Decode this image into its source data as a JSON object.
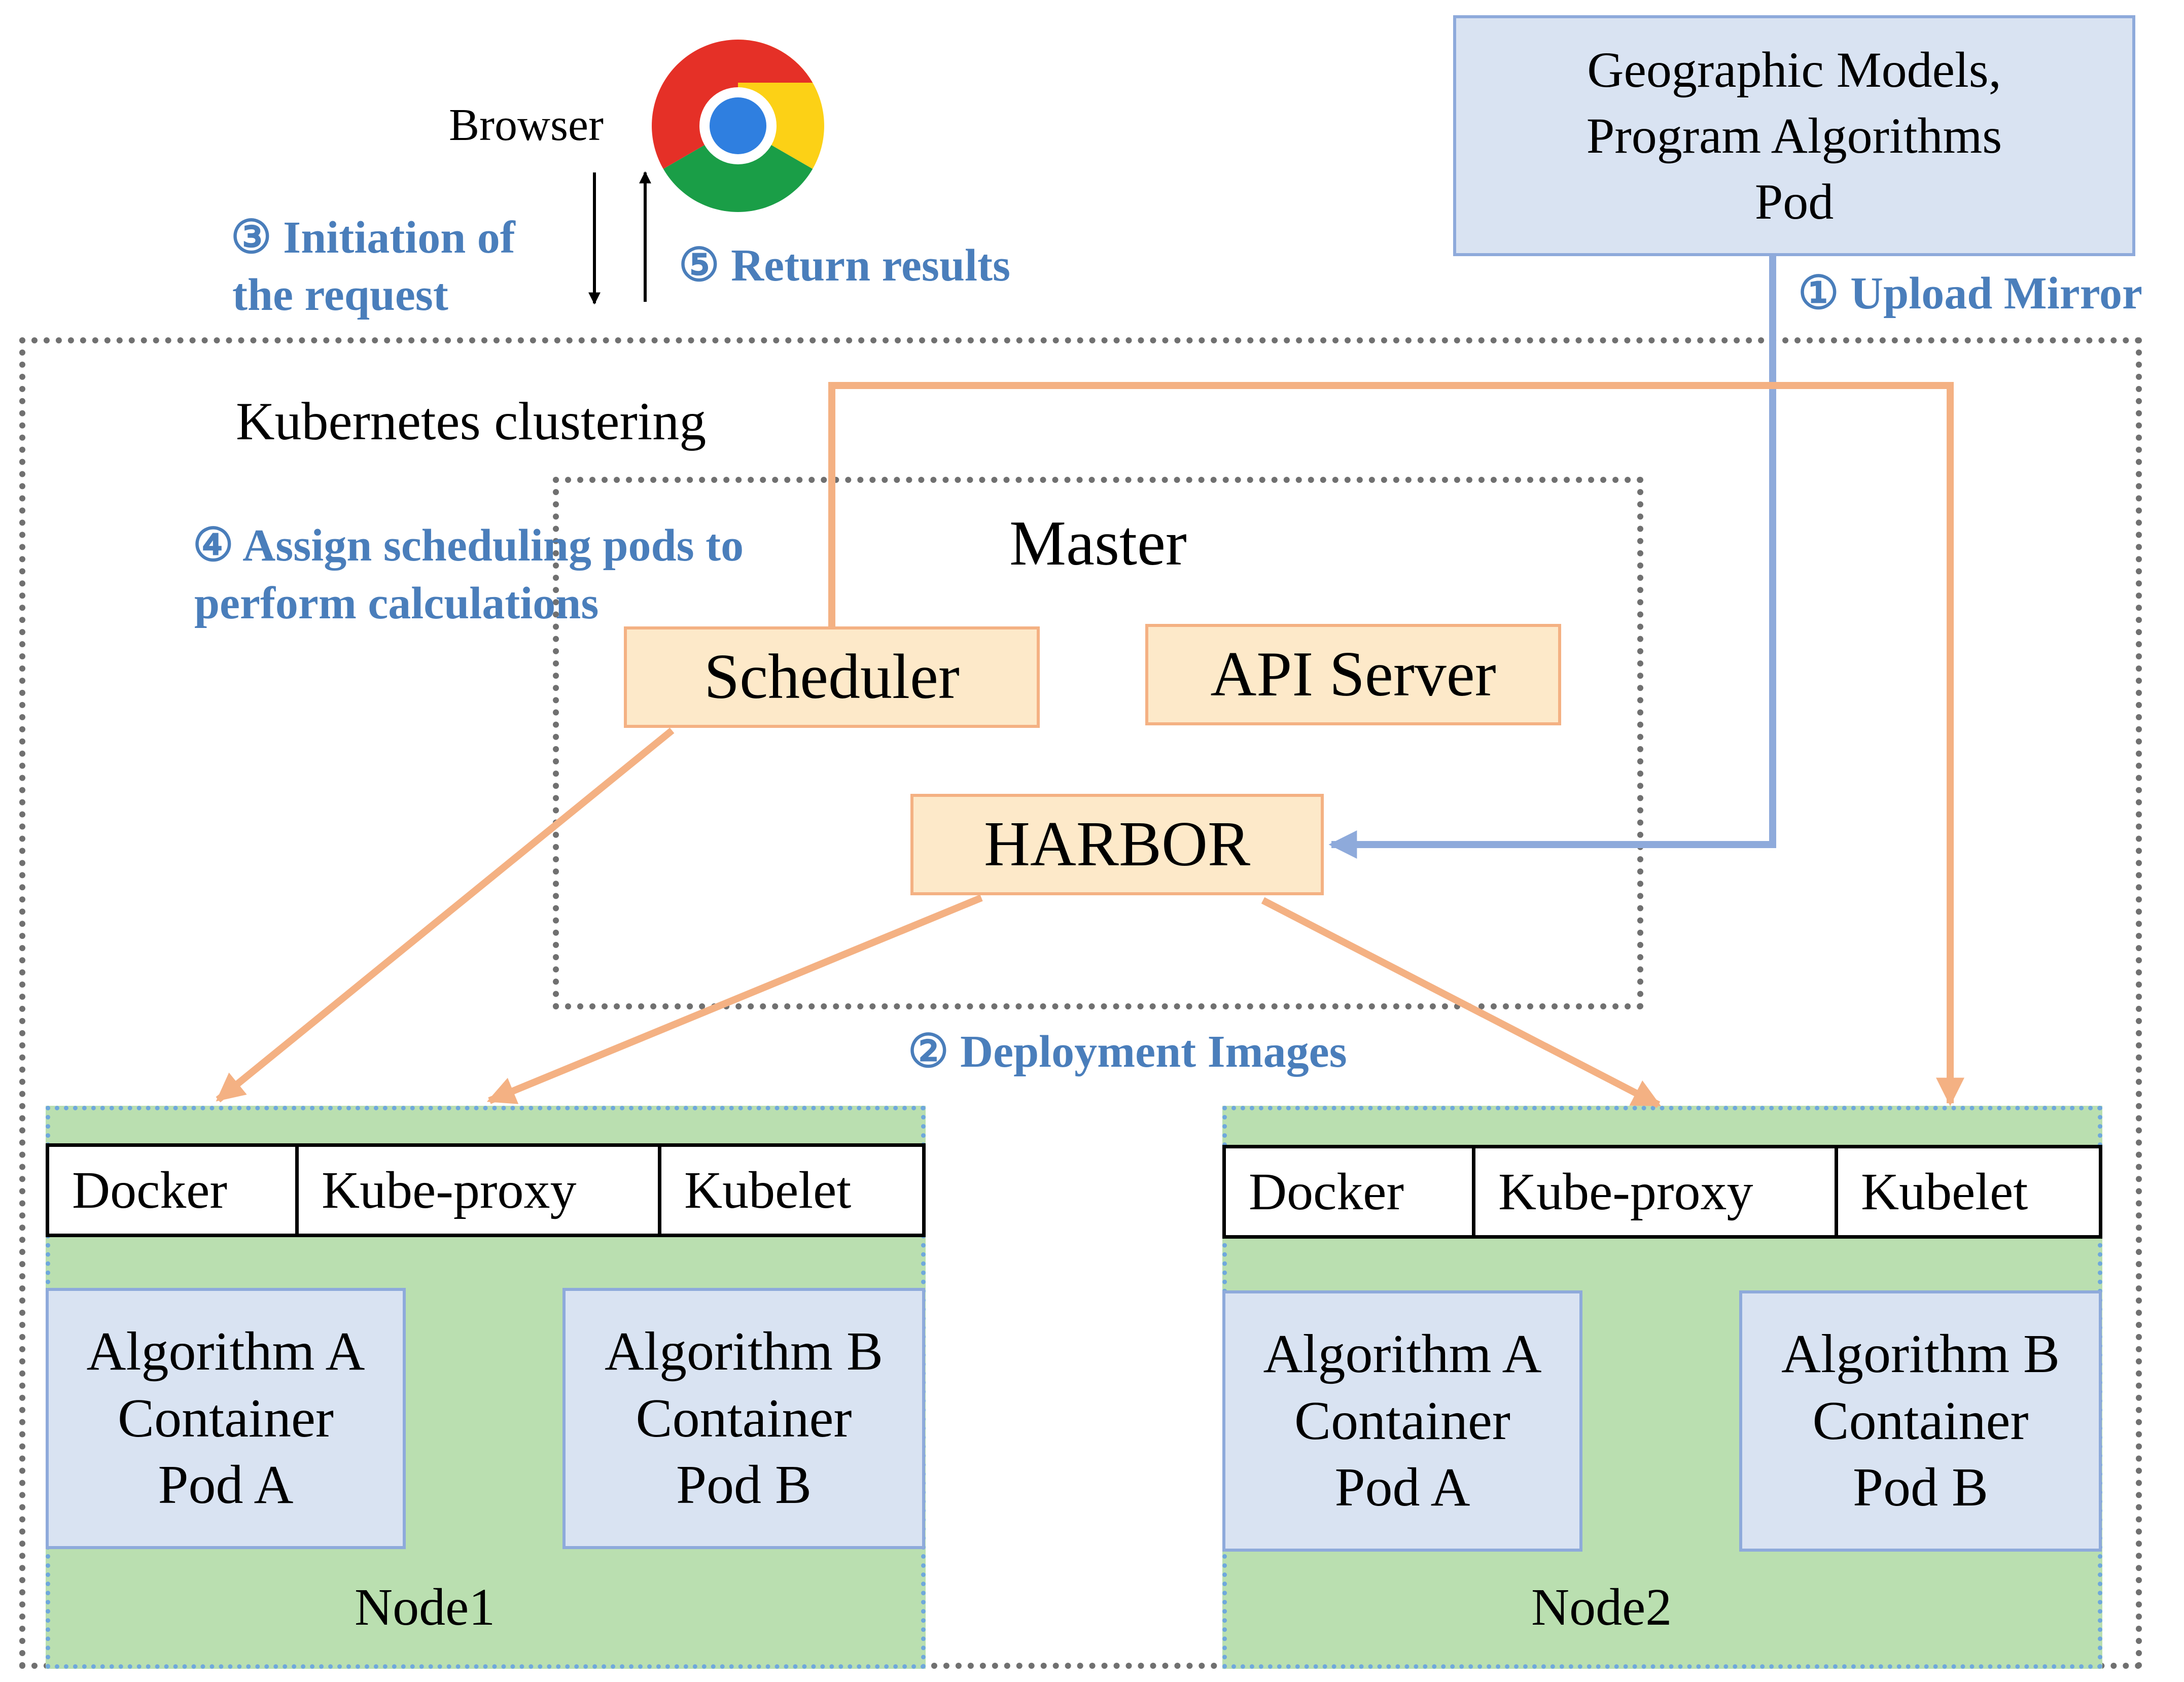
{
  "colors": {
    "orange_arrow": "#f4b183",
    "blue_arrow": "#8eaadb",
    "annotation_blue": "#4a7ebb",
    "node_green": "#badfb0",
    "pod_blue": "#d9e3f2",
    "component_orange": "#fde9c9",
    "dotted_border": "#707070"
  },
  "browser": {
    "label": "Browser",
    "icon": "chrome-browser-icon"
  },
  "steps": {
    "upload": "① Upload Mirror",
    "deploy": "② Deployment Images",
    "initiate_line1": "③ Initiation of",
    "initiate_line2": "the request",
    "assign_line1": "④ Assign scheduling pods to",
    "assign_line2": "perform calculations",
    "return": "⑤ Return results"
  },
  "source_box": {
    "lines": [
      "Geographic Models,",
      "Program Algorithms",
      "Pod"
    ]
  },
  "cluster": {
    "label": "Kubernetes clustering"
  },
  "master": {
    "label": "Master",
    "scheduler": "Scheduler",
    "api_server": "API Server",
    "harbor": "HARBOR"
  },
  "nodes": [
    {
      "label": "Node1",
      "services": [
        "Docker",
        "Kube-proxy",
        "Kubelet"
      ],
      "pods": [
        {
          "lines": [
            "Algorithm A",
            "Container",
            "Pod A"
          ]
        },
        {
          "lines": [
            "Algorithm B",
            "Container",
            "Pod B"
          ]
        }
      ]
    },
    {
      "label": "Node2",
      "services": [
        "Docker",
        "Kube-proxy",
        "Kubelet"
      ],
      "pods": [
        {
          "lines": [
            "Algorithm A",
            "Container",
            "Pod A"
          ]
        },
        {
          "lines": [
            "Algorithm B",
            "Container",
            "Pod B"
          ]
        }
      ]
    }
  ]
}
